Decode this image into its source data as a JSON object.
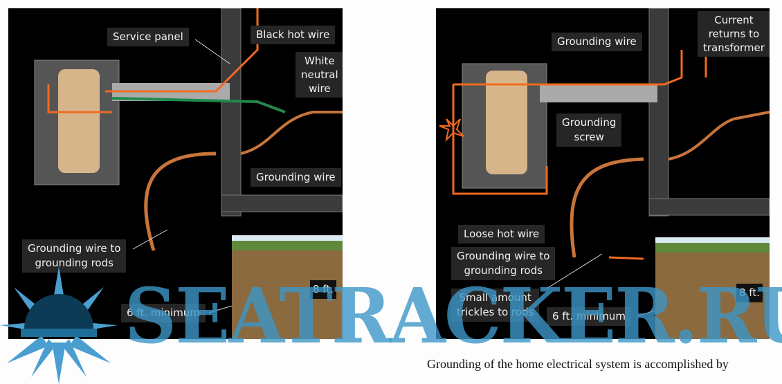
{
  "left_figure": {
    "labels": {
      "service_panel": "Service panel",
      "black_hot_wire": "Black hot wire",
      "white_neutral_wire": "White\nneutral\nwire",
      "grounding_wire": "Grounding wire",
      "grounding_wire_to_rods": "Grounding wire to\ngrounding rods",
      "six_ft_minimum": "6 ft. minimum",
      "eight_ft": "8 ft."
    }
  },
  "right_figure": {
    "labels": {
      "grounding_wire": "Grounding wire",
      "current_returns": "Current\nreturns to\ntransformer",
      "grounding_screw": "Grounding\nscrew",
      "loose_hot_wire": "Loose hot wire",
      "grounding_wire_to_rods": "Grounding wire to\ngrounding rods",
      "small_amount": "Small amount\ntrickles to rods",
      "six_ft_minimum": "6 ft. minimum",
      "eight_ft": "8 ft."
    }
  },
  "watermark": "SEATRACKER.RU",
  "caption": "Grounding of the home electrical system is accomplished by",
  "colors": {
    "current_arrow": "#f26a21",
    "copper": "#c8743a",
    "ground_wire": "#1f8a4c",
    "watermark": "#3c96c8"
  }
}
